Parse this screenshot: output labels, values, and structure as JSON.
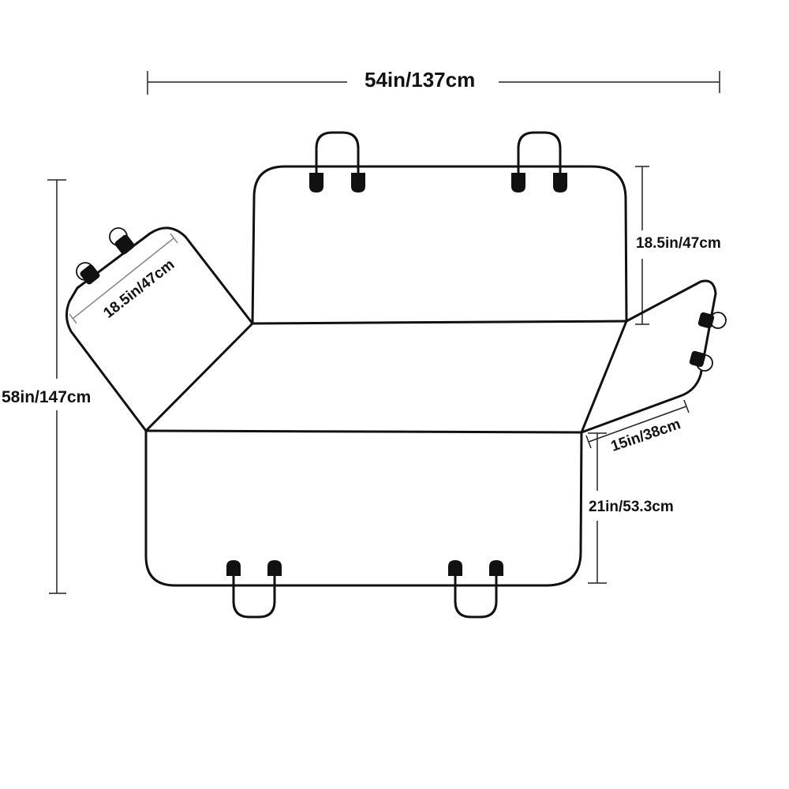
{
  "dimensions": {
    "total_width": "54in/137cm",
    "total_length": "58in/147cm",
    "left_flap_side": "18.5in/47cm",
    "backrest_height": "18.5in/47cm",
    "right_flap_width": "15in/38cm",
    "front_drop_height": "21in/53.3cm"
  },
  "colors": {
    "line": "#111111",
    "background": "#ffffff"
  }
}
